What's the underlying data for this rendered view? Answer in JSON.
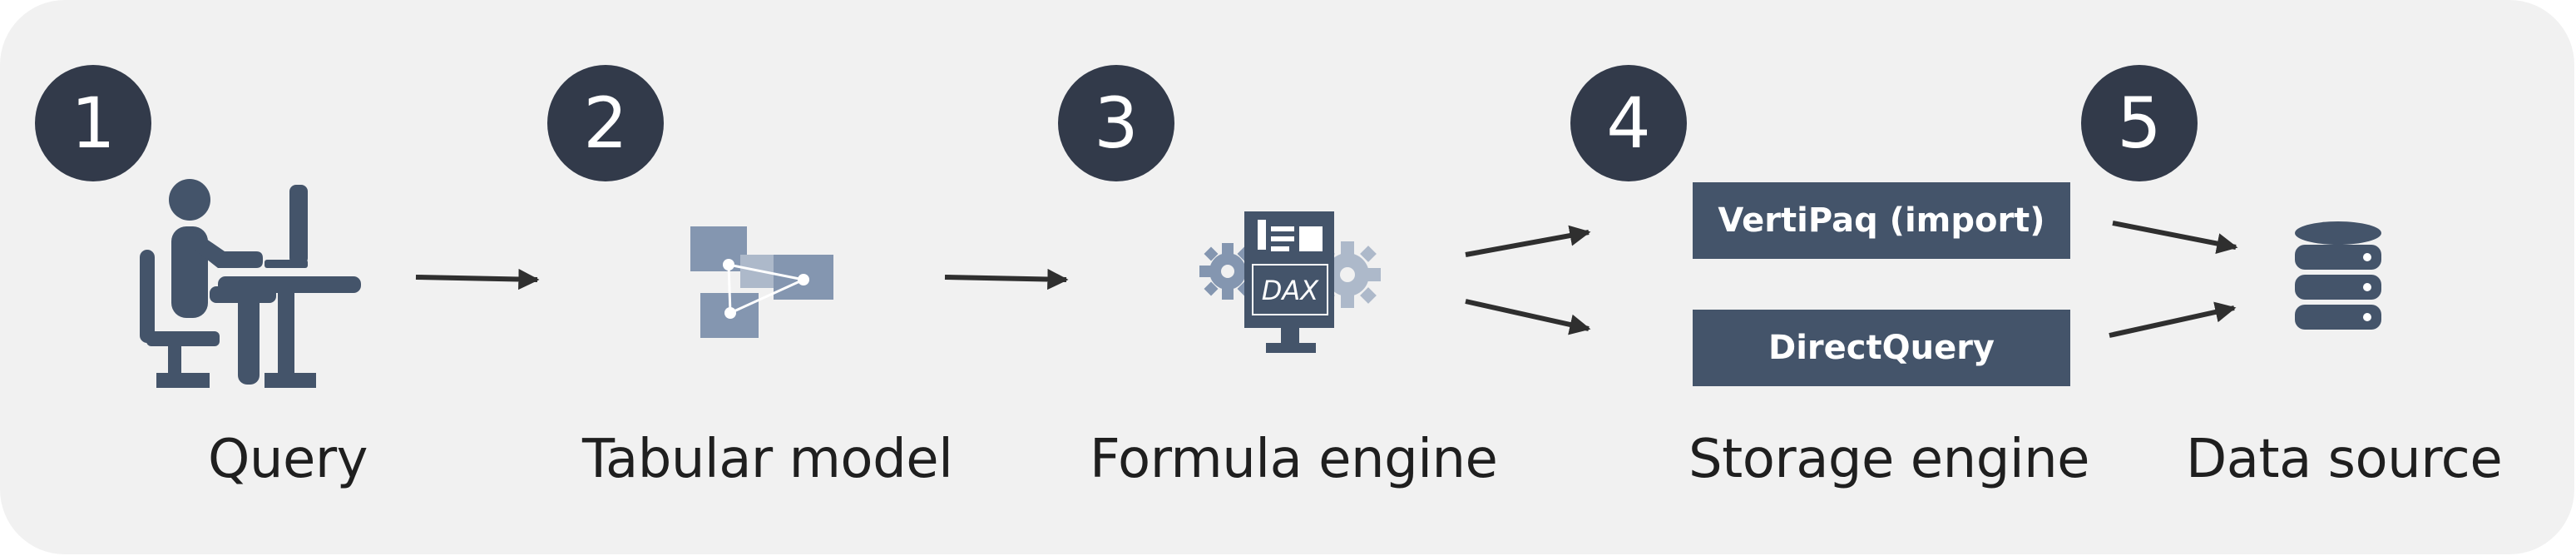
{
  "steps": [
    {
      "number": "1",
      "label": "Query"
    },
    {
      "number": "2",
      "label": "Tabular model"
    },
    {
      "number": "3",
      "label": "Formula engine",
      "icon_text": "DAX"
    },
    {
      "number": "4",
      "label": "Storage engine"
    },
    {
      "number": "5",
      "label": "Data source"
    }
  ],
  "storage_modes": {
    "import": "VertiPaq (import)",
    "directquery": "DirectQuery"
  },
  "colors": {
    "panel": "#f1f1f1",
    "badge": "#323a4a",
    "icon_dark": "#44546a",
    "icon_medium": "#8496b0",
    "icon_light": "#adb9ca",
    "arrow": "#2f2f2f"
  },
  "icons": [
    "person-at-desk-icon",
    "tabular-model-icon",
    "formula-engine-icon",
    "database-icon"
  ]
}
